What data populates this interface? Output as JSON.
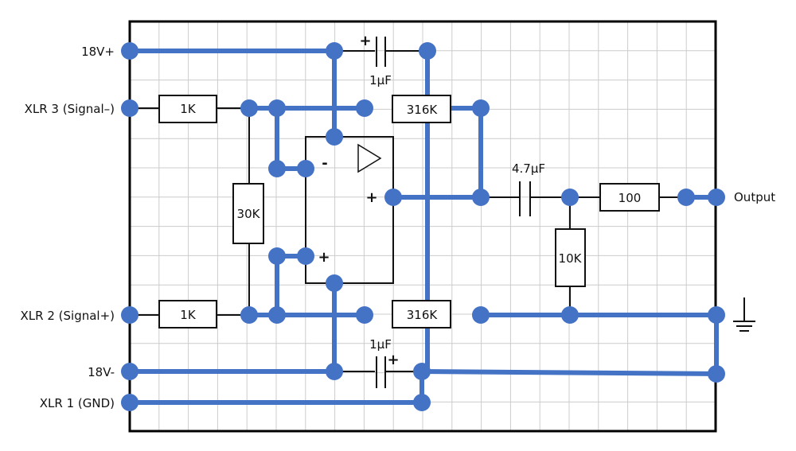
{
  "inputs": {
    "v_plus": "18V+",
    "xlr3": "XLR 3 (Signal–)",
    "xlr2": "XLR 2 (Signal+)",
    "v_minus": "18V-",
    "xlr1": "XLR 1 (GND)"
  },
  "components": {
    "r_in_top": "1K",
    "r_in_bottom": "1K",
    "r_bridge": "30K",
    "r_fb_top": "316K",
    "r_fb_bottom": "316K",
    "r_load": "10K",
    "r_out": "100",
    "c_top": "1µF",
    "c_bottom": "1µF",
    "c_out": "4.7µF"
  },
  "symbols": {
    "plus": "+",
    "minus": "-"
  },
  "output_label": "Output",
  "colors": {
    "wire": "#4472c4",
    "grid": "#cccccc",
    "component_line": "#111111",
    "frame": "#000000"
  },
  "icons": {
    "opamp": "opamp-triangle-icon",
    "ground": "ground-icon"
  }
}
